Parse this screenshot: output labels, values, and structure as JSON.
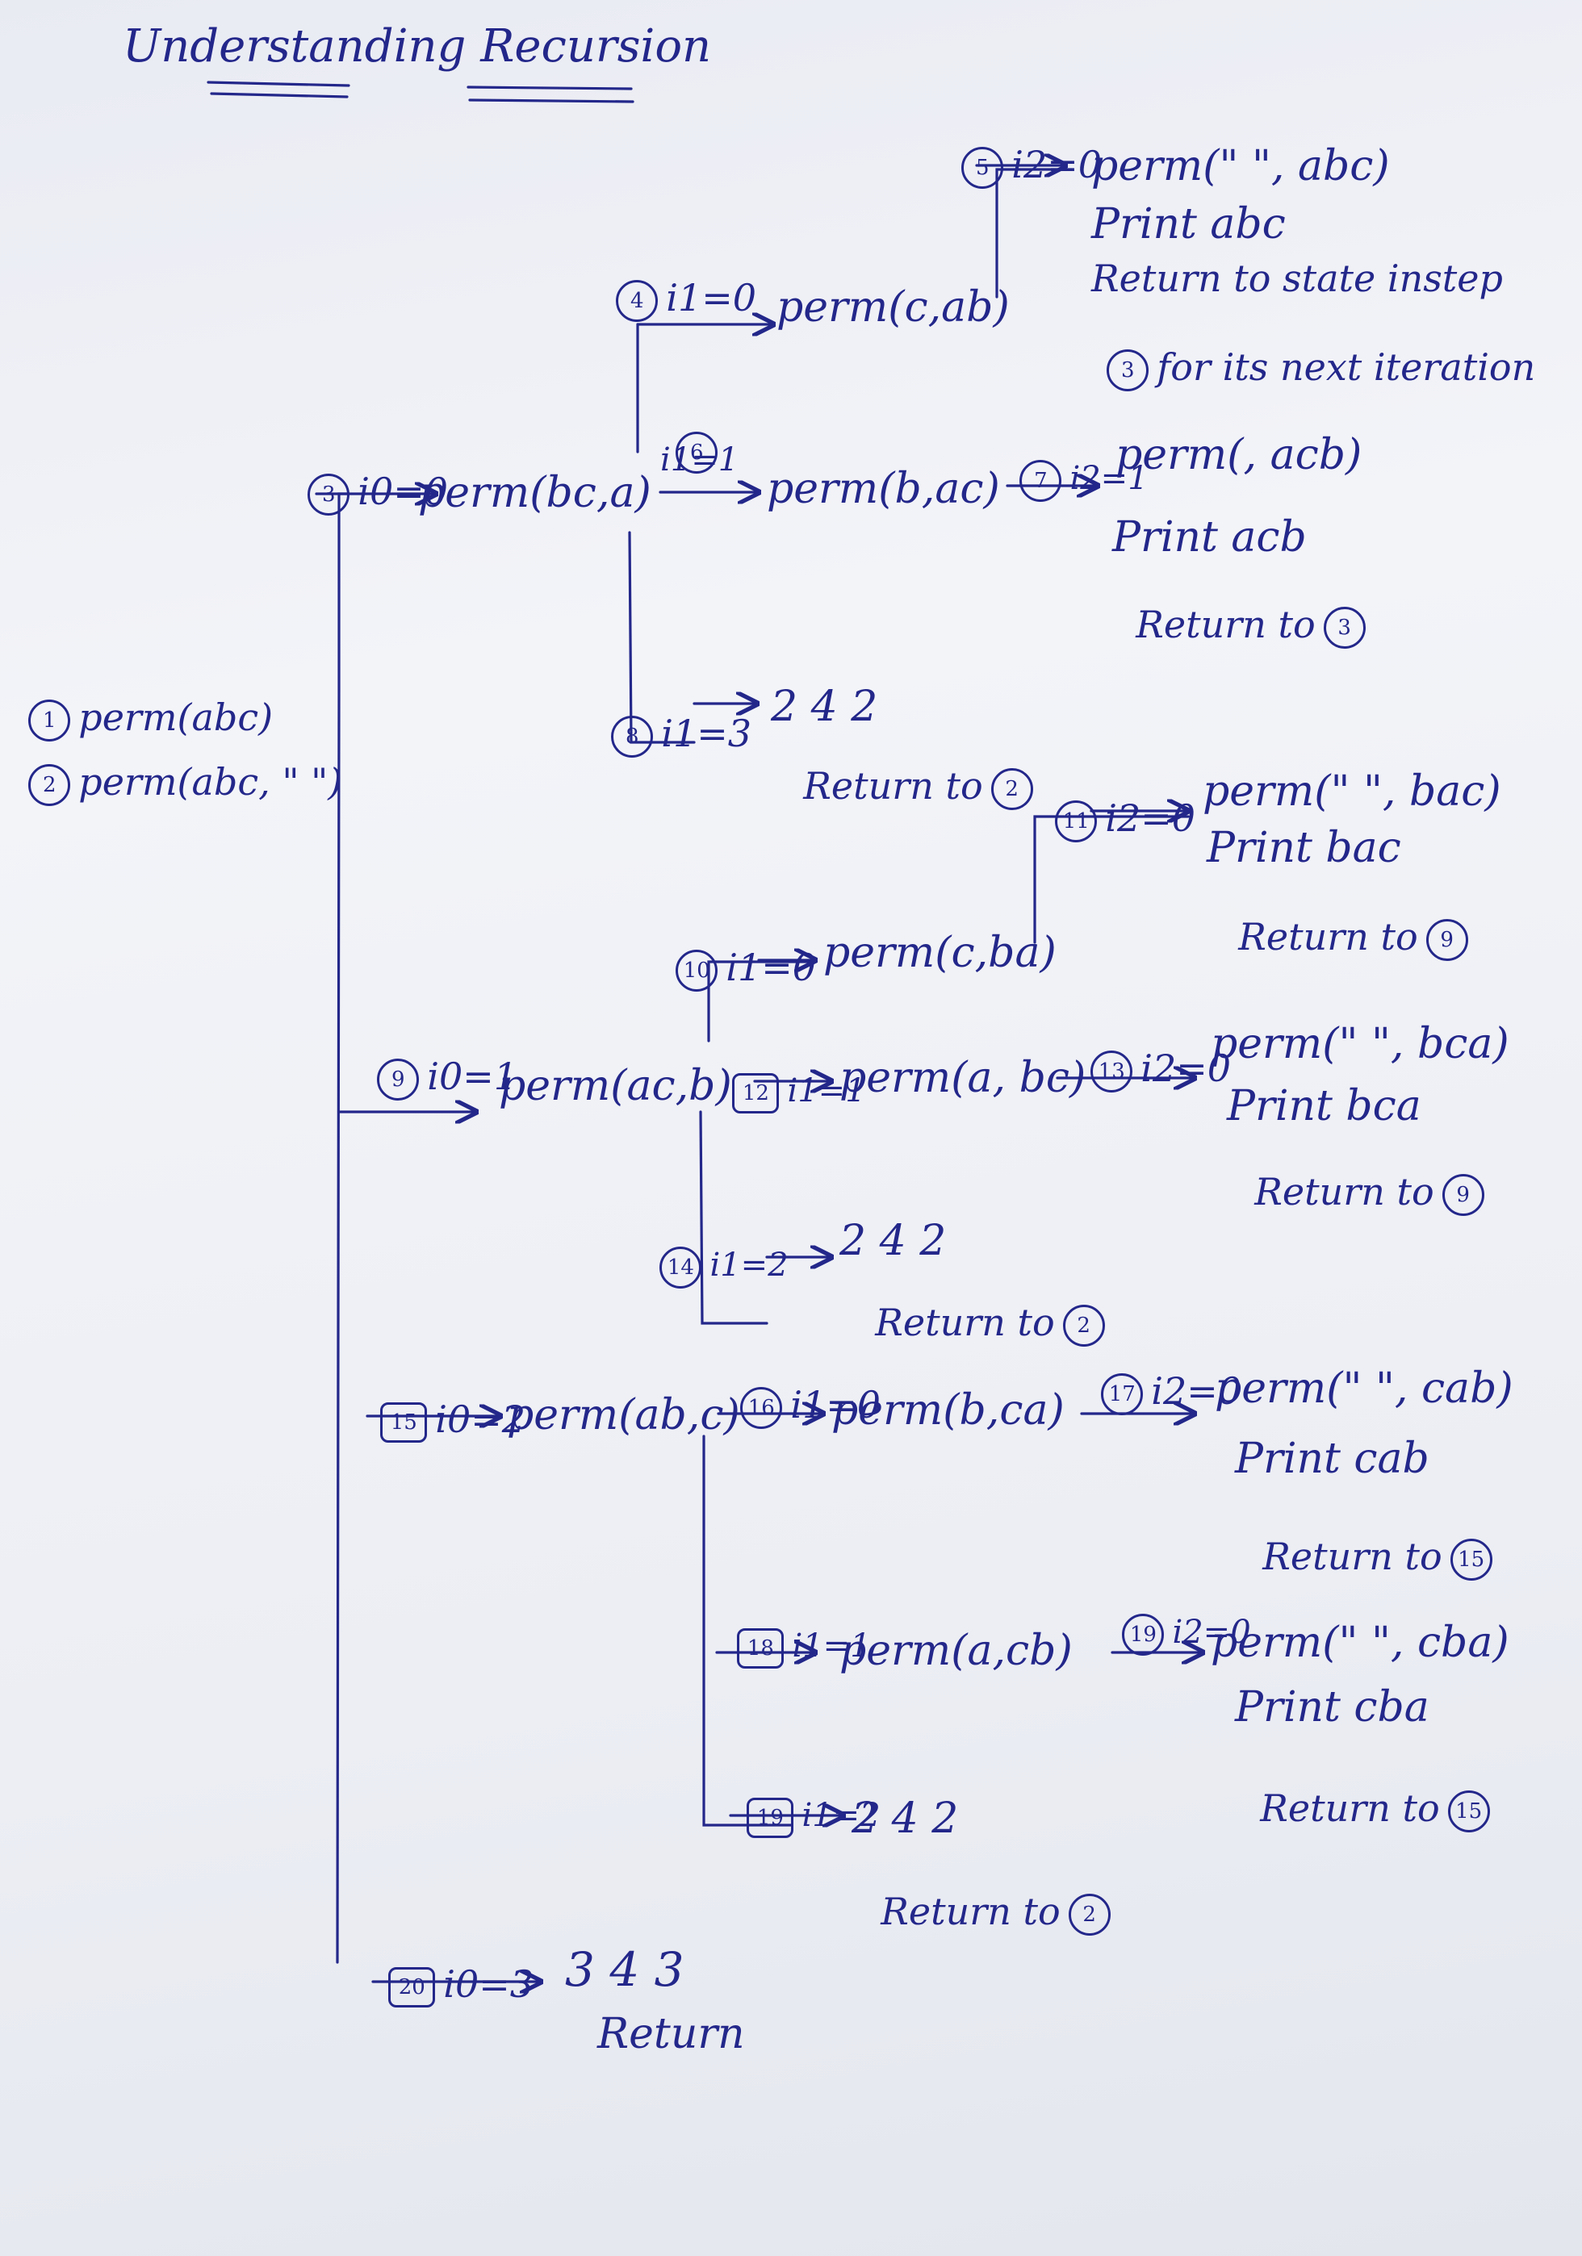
{
  "title": "Understanding Recursion",
  "root": {
    "call1": "perm(abc)",
    "call2": "perm(abc, \" \")",
    "num1": "1",
    "num2": "2"
  },
  "nodes": [
    {
      "id": "n3",
      "num": "3",
      "label": "i0=0"
    },
    {
      "id": "n4",
      "num": "4",
      "label": "i1=0"
    },
    {
      "id": "n5",
      "num": "5",
      "label": "i2=0"
    },
    {
      "id": "n6",
      "num": "6",
      "label": "i1=1"
    },
    {
      "id": "n7",
      "num": "7",
      "label": "i2=1"
    },
    {
      "id": "n8",
      "num": "8",
      "label": "i1=3"
    },
    {
      "id": "n9",
      "num": "9",
      "label": "i0=1"
    },
    {
      "id": "n10",
      "num": "10",
      "label": "i1=0"
    },
    {
      "id": "n11",
      "num": "11",
      "label": "i2=0"
    },
    {
      "id": "n12",
      "num": "12",
      "label": "i1=1"
    },
    {
      "id": "n13",
      "num": "13",
      "label": "i2=0"
    },
    {
      "id": "n14",
      "num": "14",
      "label": "i1=2"
    },
    {
      "id": "n15",
      "num": "15",
      "label": "i0=2"
    },
    {
      "id": "n16",
      "num": "16",
      "label": "i1=0"
    },
    {
      "id": "n17",
      "num": "17",
      "label": "i2=0"
    },
    {
      "id": "n18",
      "num": "18",
      "label": "i1=1"
    },
    {
      "id": "n19a",
      "num": "19",
      "label": "i2=0"
    },
    {
      "id": "n19b",
      "num": "19",
      "label": "i1=2"
    },
    {
      "id": "n20",
      "num": "20",
      "label": "i0=3"
    }
  ],
  "calls": {
    "perm_bc_a": "perm(bc,a)",
    "perm_c_ab": "perm(c,ab)",
    "perm_abc": "perm(\" \", abc)",
    "perm_b_ac": "perm(b,ac)",
    "perm_acb": "perm(, acb)",
    "perm_ac_b": "perm(ac,b)",
    "perm_c_ba": "perm(c,ba)",
    "perm_bac": "perm(\" \", bac)",
    "perm_a_bc": "perm(a, bc)",
    "perm_bca": "perm(\" \", bca)",
    "perm_ab_c": "perm(ab,c)",
    "perm_b_ca": "perm(b,ca)",
    "perm_cab": "perm(\" \", cab)",
    "perm_a_cb": "perm(a,cb)",
    "perm_cba": "perm(\" \", cba)"
  },
  "notes": {
    "print_abc": "Print abc",
    "return_state_1": "Return to state instep",
    "return_state_2": "for its next iteration",
    "return_state_num": "3",
    "print_acb": "Print acb",
    "return_to_3": "Return to",
    "return_to_3_num": "3",
    "cmp_242_a": "2 4 2",
    "return_to_2_a": "Return to",
    "return_to_2_a_num": "2",
    "print_bac": "Print bac",
    "return_to_9_a": "Return to",
    "return_to_9_a_num": "9",
    "print_bca": "Print bca",
    "return_to_9_b": "Return to",
    "return_to_9_b_num": "9",
    "cmp_242_b": "2 4 2",
    "return_to_2_b": "Return to",
    "return_to_2_b_num": "2",
    "print_cab": "Print cab",
    "return_to_15_a": "Return to",
    "return_to_15_a_num": "15",
    "print_cba": "Print cba",
    "return_to_15_b": "Return to",
    "return_to_15_b_num": "15",
    "cmp_242_c": "2 4 2",
    "return_to_2_c": "Return to",
    "return_to_2_c_num": "2",
    "cmp_343": "3 4 3",
    "final_return": "Return"
  },
  "colors": {
    "ink": "#23278a",
    "paper": "#eceef4"
  }
}
